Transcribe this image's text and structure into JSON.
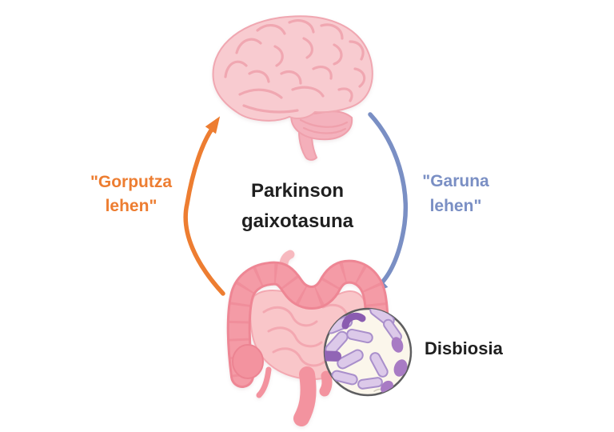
{
  "labels": {
    "title": {
      "line1": "Parkinson",
      "line2": "gaixotasuna"
    },
    "body_first": {
      "line1": "\"Gorputza",
      "line2": "lehen\""
    },
    "brain_first": {
      "line1": "\"Garuna",
      "line2": "lehen\""
    },
    "dysbiosis": "Disbiosia"
  },
  "illustrations": {
    "brain": "pink-brain-side-view-illustration",
    "gut": "large-and-small-intestine-illustration",
    "microbes": "dysbiosis-bacteria-microscope-circle"
  },
  "arrows": {
    "body_first_direction": "gut-to-brain",
    "brain_first_direction": "brain-to-gut"
  },
  "colors": {
    "accent-orange": "#ED7D31",
    "accent-blue": "#7A8FC4",
    "text-dark": "#1F1F1F",
    "background": "#FFFFFF",
    "brain-pink": "#F8CBD0",
    "brain-line": "#F0A7B1",
    "colon-pink": "#F49BA6",
    "colon-outline": "#EE8694",
    "bowel-pink": "#F9C6C9",
    "bowel-line": "#F3A8B1",
    "microbe-bg": "#FBF6EB",
    "microbe-light": "#DCC9E9",
    "microbe-mid": "#A87BC4",
    "microbe-dark": "#9165B5",
    "circle-border": "#5E5E60"
  }
}
